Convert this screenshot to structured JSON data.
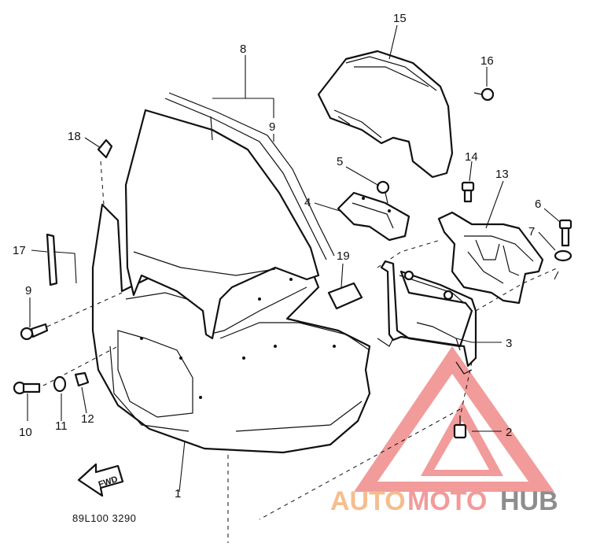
{
  "diagram": {
    "code": "89L100 3290",
    "direction_label": "FWD",
    "watermark": {
      "part1": "AUTO",
      "part2": "MOTO",
      "part3": "HUB",
      "color_orange": "#f5b27a",
      "color_red": "#f08a8a",
      "color_gray": "#7a7a7a"
    },
    "callouts": [
      {
        "id": "c1",
        "text": "1"
      },
      {
        "id": "c2",
        "text": "2"
      },
      {
        "id": "c3",
        "text": "3"
      },
      {
        "id": "c4",
        "text": "4"
      },
      {
        "id": "c5",
        "text": "5"
      },
      {
        "id": "c6",
        "text": "6"
      },
      {
        "id": "c7",
        "text": "7"
      },
      {
        "id": "c8",
        "text": "8"
      },
      {
        "id": "c9a",
        "text": "9"
      },
      {
        "id": "c9b",
        "text": "9"
      },
      {
        "id": "c10",
        "text": "10"
      },
      {
        "id": "c11",
        "text": "11"
      },
      {
        "id": "c12",
        "text": "12"
      },
      {
        "id": "c13",
        "text": "13"
      },
      {
        "id": "c14",
        "text": "14"
      },
      {
        "id": "c15",
        "text": "15"
      },
      {
        "id": "c16",
        "text": "16"
      },
      {
        "id": "c17",
        "text": "17"
      },
      {
        "id": "c18",
        "text": "18"
      },
      {
        "id": "c19",
        "text": "19"
      }
    ]
  }
}
